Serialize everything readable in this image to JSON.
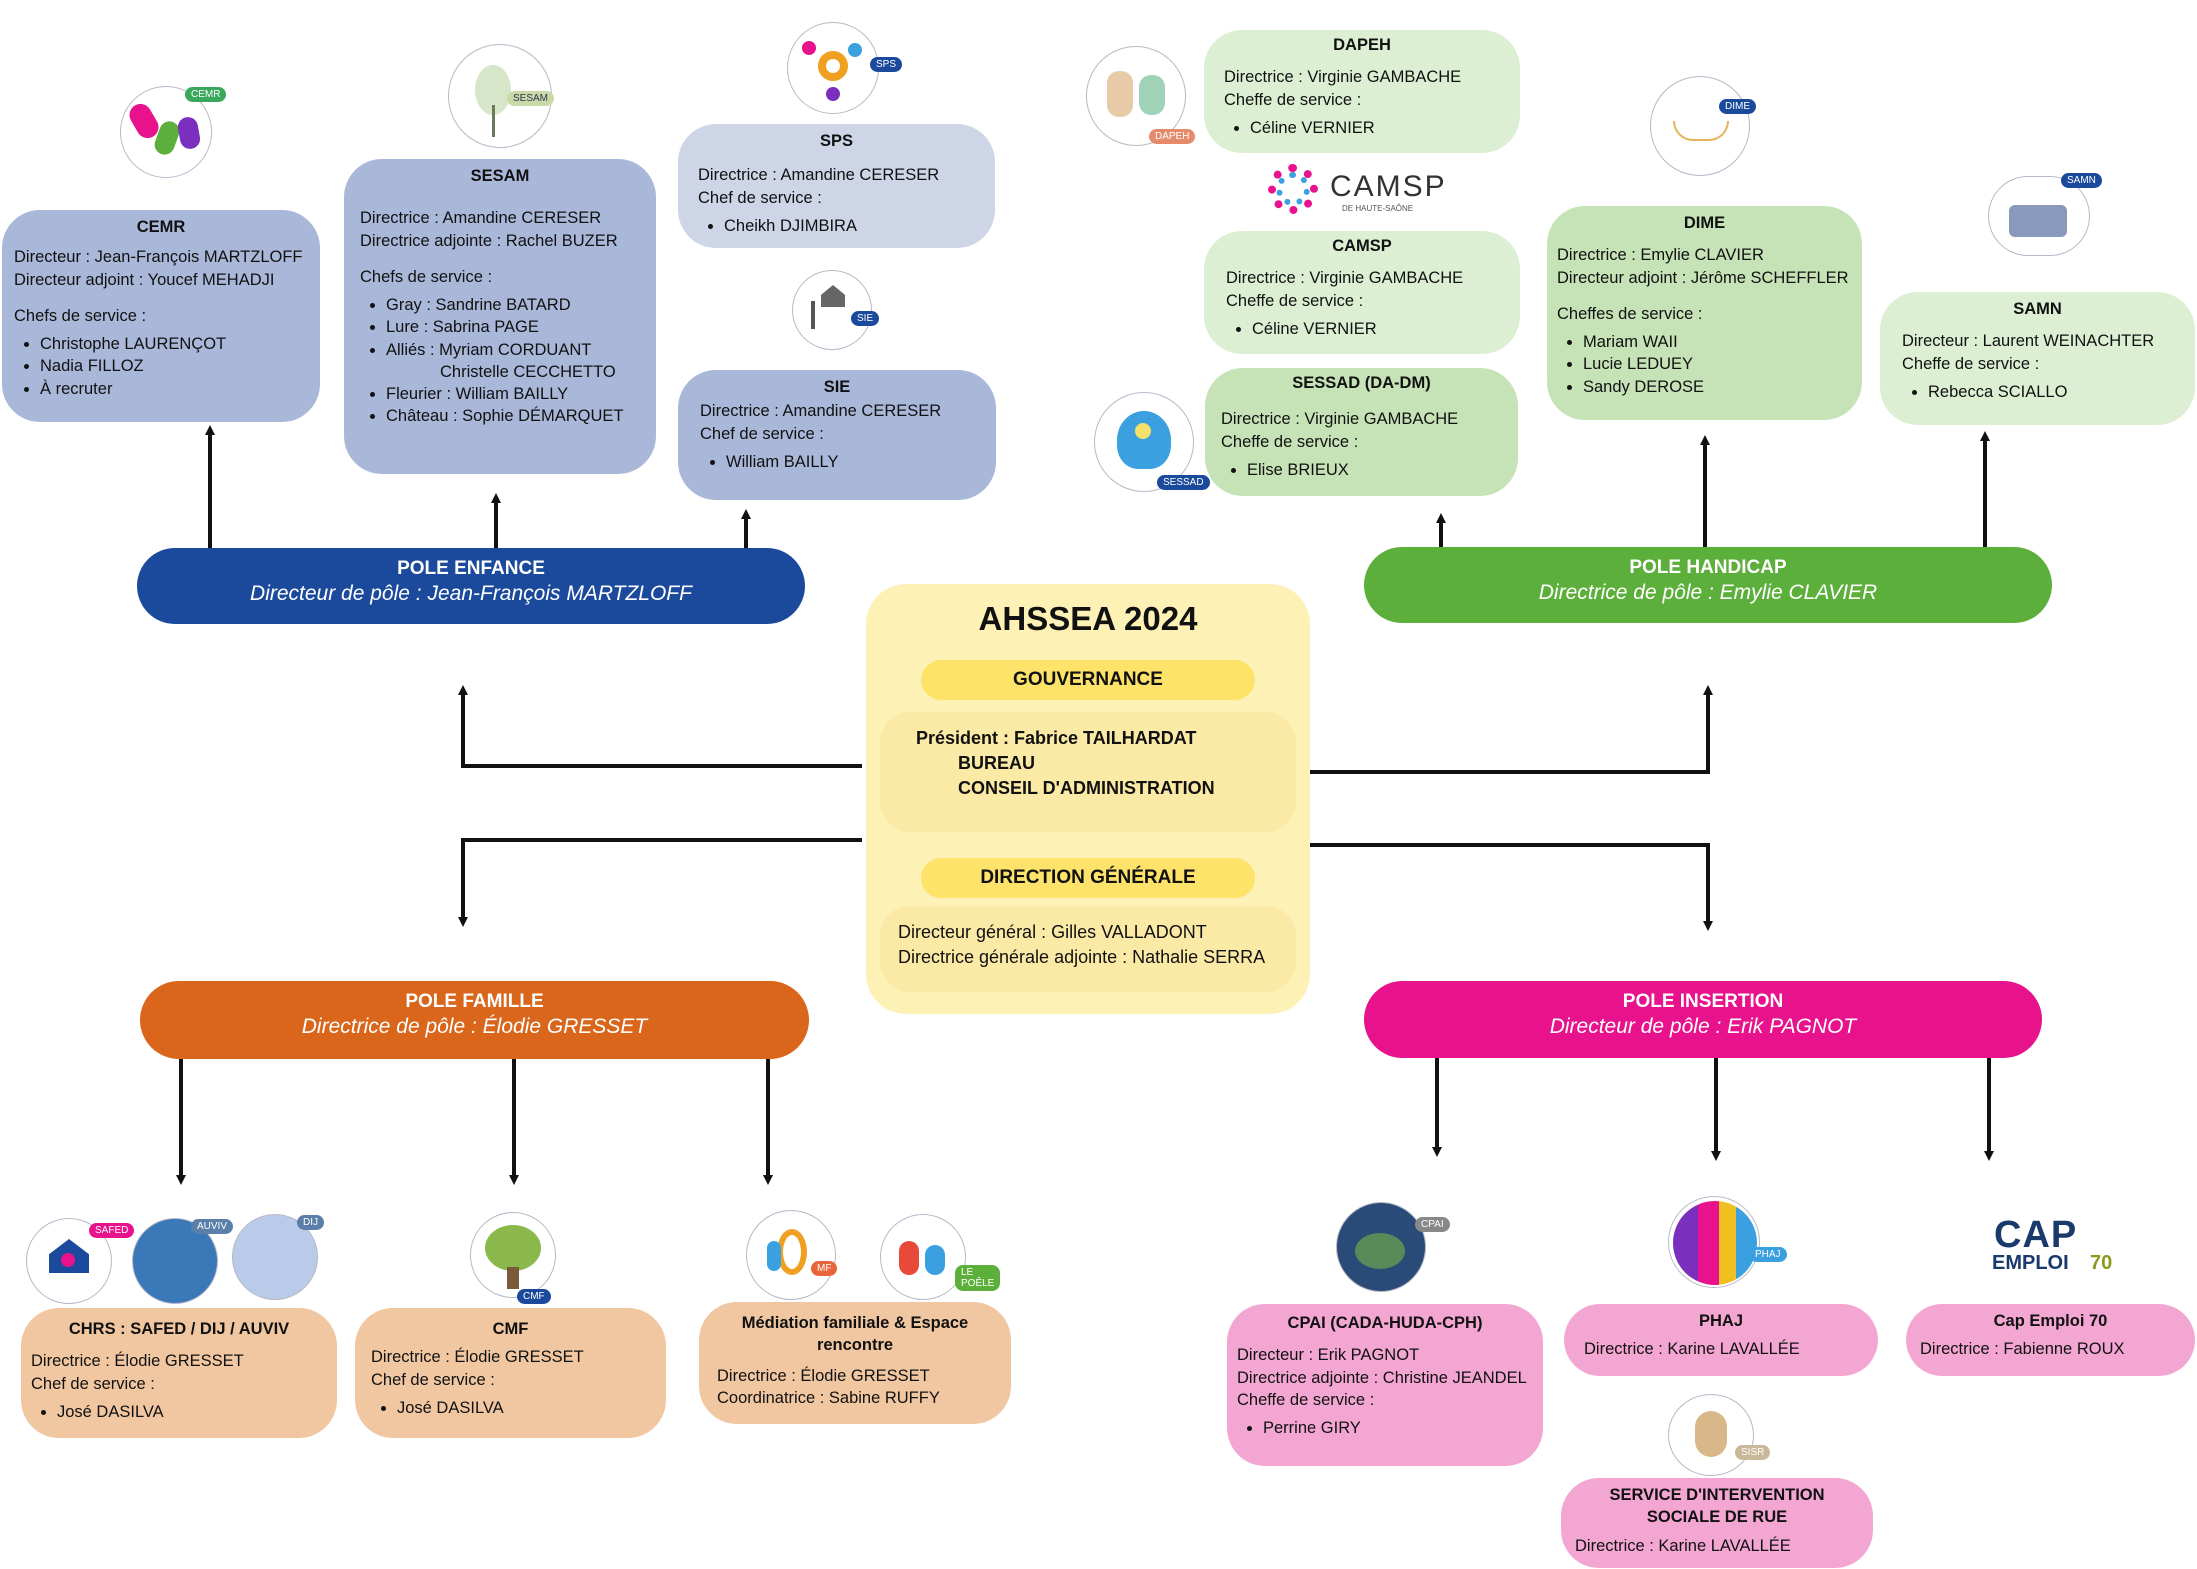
{
  "center": {
    "title": "AHSSEA 2024",
    "governance_label": "GOUVERNANCE",
    "governance_lines": [
      "Président : Fabrice TAILHARDAT",
      "BUREAU",
      "CONSEIL D'ADMINISTRATION"
    ],
    "direction_label": "DIRECTION GÉNÉRALE",
    "direction_lines": [
      "Directeur général : Gilles VALLADONT",
      "Directrice générale adjointe : Nathalie SERRA"
    ]
  },
  "poles": {
    "enfance": {
      "title": "POLE ENFANCE",
      "subtitle": "Directeur de pôle : Jean-François MARTZLOFF",
      "color": "#1b4a9c"
    },
    "handicap": {
      "title": "POLE HANDICAP",
      "subtitle": "Directrice de pôle : Emylie CLAVIER",
      "color": "#5daf3c"
    },
    "famille": {
      "title": "POLE FAMILLE",
      "subtitle": "Directrice de pôle : Élodie GRESSET",
      "color": "#d9661a"
    },
    "insertion": {
      "title": "POLE INSERTION",
      "subtitle": "Directeur de pôle : Erik PAGNOT",
      "color": "#e8128c"
    }
  },
  "services": {
    "cemr": {
      "title": "CEMR",
      "lines": [
        "Directeur : Jean-François MARTZLOFF",
        "Directeur adjoint : Youcef MEHADJI"
      ],
      "chefs_label": "Chefs de service :",
      "chefs": [
        "Christophe LAURENÇOT",
        "Nadia FILLOZ",
        "À recruter"
      ]
    },
    "sesam": {
      "title": "SESAM",
      "lines": [
        "Directrice : Amandine CERESER",
        "Directrice adjointe : Rachel BUZER"
      ],
      "chefs_label": "Chefs de service :",
      "chefs": [
        "Gray : Sandrine BATARD",
        "Lure : Sabrina PAGE",
        "Alliés : Myriam CORDUANT",
        "Fleurier : William BAILLY",
        "Château : Sophie DÉMARQUET"
      ],
      "chefs_extra": "Christelle CECCHETTO"
    },
    "sps": {
      "title": "SPS",
      "lines": [
        "Directrice : Amandine CERESER",
        "Chef de service :"
      ],
      "chefs": [
        "Cheikh DJIMBIRA"
      ]
    },
    "sie": {
      "title": "SIE",
      "lines": [
        "Directrice : Amandine CERESER",
        "Chef de service :"
      ],
      "chefs": [
        "William BAILLY"
      ]
    },
    "dapeh": {
      "title": "DAPEH",
      "lines": [
        "Directrice : Virginie GAMBACHE",
        "Cheffe de service :"
      ],
      "chefs": [
        "Céline VERNIER"
      ]
    },
    "camsp": {
      "title": "CAMSP",
      "lines": [
        "Directrice : Virginie GAMBACHE",
        "Cheffe de service :"
      ],
      "chefs": [
        "Céline VERNIER"
      ]
    },
    "sessad": {
      "title": "SESSAD (DA-DM)",
      "lines": [
        "Directrice : Virginie GAMBACHE",
        "Cheffe de service :"
      ],
      "chefs": [
        "Elise BRIEUX"
      ]
    },
    "dime": {
      "title": "DIME",
      "lines": [
        "Directrice : Emylie CLAVIER",
        "Directeur adjoint : Jérôme SCHEFFLER"
      ],
      "chefs_label": "Cheffes de service :",
      "chefs": [
        "Mariam WAII",
        "Lucie LEDUEY",
        "Sandy DEROSE"
      ]
    },
    "samn": {
      "title": "SAMN",
      "lines": [
        "Directeur : Laurent WEINACHTER",
        "Cheffe de service :"
      ],
      "chefs": [
        "Rebecca SCIALLO"
      ]
    },
    "chrs": {
      "title": "CHRS : SAFED / DIJ / AUVIV",
      "lines": [
        "Directrice : Élodie GRESSET",
        "Chef de service :"
      ],
      "chefs": [
        "José DASILVA"
      ]
    },
    "cmf": {
      "title": "CMF",
      "lines": [
        "Directrice : Élodie GRESSET",
        "Chef de service :"
      ],
      "chefs": [
        "José DASILVA"
      ]
    },
    "mediation": {
      "title": "Médiation familiale & Espace rencontre",
      "lines": [
        "Directrice : Élodie GRESSET",
        "Coordinatrice : Sabine RUFFY"
      ]
    },
    "cpai": {
      "title": "CPAI (CADA-HUDA-CPH)",
      "lines": [
        "Directeur : Erik PAGNOT",
        "Directrice adjointe : Christine JEANDEL",
        "Cheffe de service :"
      ],
      "chefs": [
        "Perrine GIRY"
      ]
    },
    "phaj": {
      "title": "PHAJ",
      "lines": [
        "Directrice : Karine LAVALLÉE"
      ]
    },
    "sisr": {
      "title": "SERVICE D'INTERVENTION SOCIALE DE RUE",
      "lines": [
        "Directrice : Karine LAVALLÉE"
      ]
    },
    "capemploi": {
      "title": "Cap Emploi 70",
      "lines": [
        "Directrice : Fabienne ROUX"
      ]
    }
  },
  "logos": {
    "cemr": "CEMR",
    "sesam": "SESAM",
    "sps": "SPS",
    "sie": "SIE",
    "dapeh": "DAPEH",
    "camsp": "CAMSP",
    "camsp_sub": "DE HAUTE-SAÔNE",
    "sessad": "SESSAD",
    "dime": "DIME",
    "samn": "SAMN",
    "safed": "SAFED",
    "auviv": "AUVIV",
    "dij": "DIJ",
    "cmf": "CMF",
    "mf": "MF",
    "lepoele": "LE POÊLE",
    "cpai": "CPAI",
    "phaj": "PHAJ",
    "sisr": "SISR",
    "cap": "CAP",
    "emploi": "EMPLOI",
    "emploi_num": "70"
  }
}
